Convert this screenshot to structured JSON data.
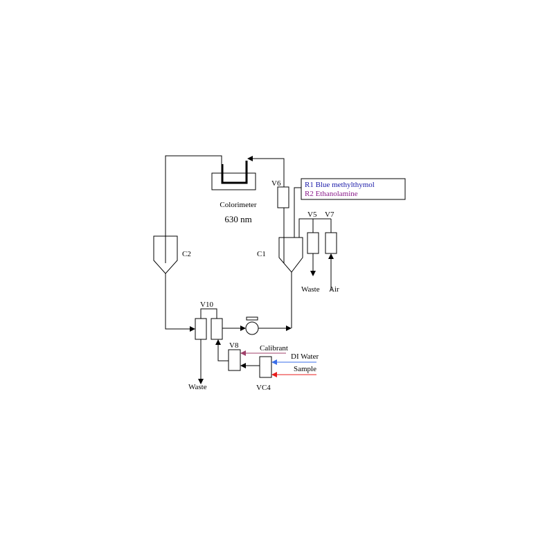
{
  "labels": {
    "colorimeter": "Colorimeter",
    "wavelength": "630 nm",
    "v6": "V6",
    "reagent_r1": "R1 Blue methylthymol",
    "reagent_r2": "R2 Ethanolamine",
    "v5": "V5",
    "v7": "V7",
    "c1": "C1",
    "c2": "C2",
    "waste_right": "Waste",
    "air": "Air",
    "v10": "V10",
    "v8": "V8",
    "vc4": "VC4",
    "calibrant": "Calibrant",
    "di_water": "DI Water",
    "sample": "Sample",
    "waste_bottom": "Waste"
  },
  "colors": {
    "r1": "#1a1aa8",
    "r2": "#8a1a8a",
    "calibrant": "#a0406a",
    "di_water": "#3a6ee8",
    "sample": "#e81c1c"
  }
}
